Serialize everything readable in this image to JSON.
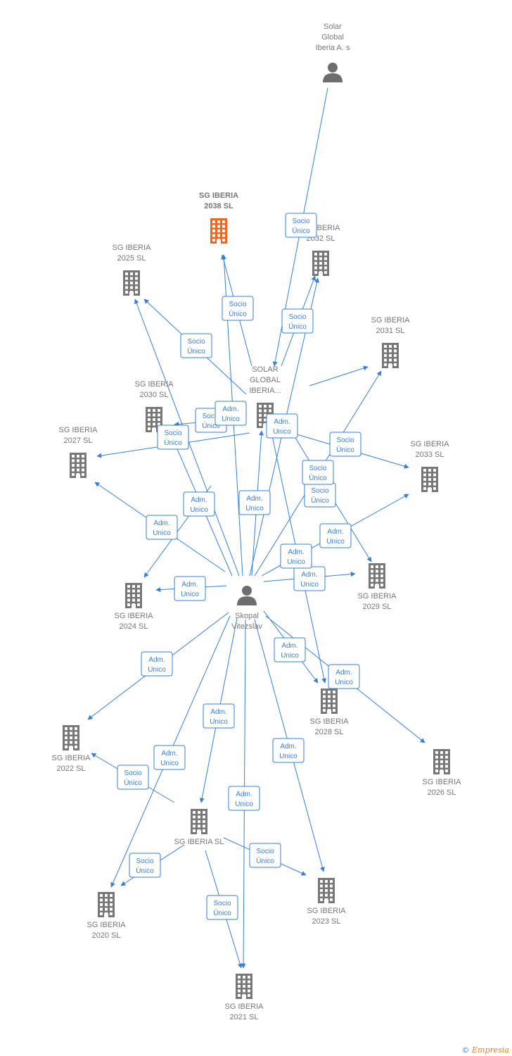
{
  "colors": {
    "edge": "#3a7fd5",
    "company": "#777777",
    "highlight": "#f26522",
    "person": "#6d6d6d"
  },
  "nodes": [
    {
      "id": "solar_a",
      "type": "person-icon",
      "lines": [
        "Solar",
        "Global",
        "Iberia A. s"
      ]
    },
    {
      "id": "skopal",
      "type": "person-icon",
      "lines": [
        "Skopal",
        "Vitezslav"
      ]
    },
    {
      "id": "sg2038",
      "type": "building-icon",
      "highlight": true,
      "lines": [
        "SG IBERIA",
        "2038  SL"
      ]
    },
    {
      "id": "sg2032",
      "type": "building-icon",
      "lines": [
        "SG IBERIA",
        "2032  SL"
      ]
    },
    {
      "id": "sg2025",
      "type": "building-icon",
      "lines": [
        "SG IBERIA",
        "2025  SL"
      ]
    },
    {
      "id": "sg2031",
      "type": "building-icon",
      "lines": [
        "SG IBERIA",
        "2031  SL"
      ]
    },
    {
      "id": "solar_gi",
      "type": "building-icon",
      "lines": [
        "SOLAR",
        "GLOBAL",
        "IBERIA..."
      ]
    },
    {
      "id": "sg2030",
      "type": "building-icon",
      "lines": [
        "SG IBERIA",
        "2030  SL"
      ]
    },
    {
      "id": "sg2027",
      "type": "building-icon",
      "lines": [
        "SG IBERIA",
        "2027  SL"
      ]
    },
    {
      "id": "sg2033",
      "type": "building-icon",
      "lines": [
        "SG IBERIA",
        "2033  SL"
      ]
    },
    {
      "id": "sg2029",
      "type": "building-icon",
      "lines": [
        "SG IBERIA",
        "2029  SL"
      ]
    },
    {
      "id": "sg2024",
      "type": "building-icon",
      "lines": [
        "SG IBERIA",
        "2024  SL"
      ]
    },
    {
      "id": "sg2028",
      "type": "building-icon",
      "lines": [
        "SG IBERIA",
        "2028  SL"
      ]
    },
    {
      "id": "sg2026",
      "type": "building-icon",
      "lines": [
        "SG IBERIA",
        "2026  SL"
      ]
    },
    {
      "id": "sg2022",
      "type": "building-icon",
      "lines": [
        "SG IBERIA",
        "2022  SL"
      ]
    },
    {
      "id": "sgiberia",
      "type": "building-icon",
      "lines": [
        "SG IBERIA  SL"
      ]
    },
    {
      "id": "sg2023",
      "type": "building-icon",
      "lines": [
        "SG IBERIA",
        "2023  SL"
      ]
    },
    {
      "id": "sg2020",
      "type": "building-icon",
      "lines": [
        "SG IBERIA",
        "2020  SL"
      ]
    },
    {
      "id": "sg2021",
      "type": "building-icon",
      "lines": [
        "SG IBERIA",
        "2021  SL"
      ]
    }
  ],
  "edges": [
    {
      "from": "solar_a",
      "to": "solar_gi",
      "label": [
        "Socio",
        "Único"
      ]
    },
    {
      "from": "solar_gi",
      "to": "sg2038",
      "label": [
        "Socio",
        "Único"
      ]
    },
    {
      "from": "solar_gi",
      "to": "sg2032",
      "label": [
        "Socio",
        "Único"
      ]
    },
    {
      "from": "solar_gi",
      "to": "sg2025",
      "label": [
        "Socio",
        "Único"
      ]
    },
    {
      "from": "solar_gi",
      "to": "sg2031",
      "label": [
        "Socio",
        "Único"
      ]
    },
    {
      "from": "solar_gi",
      "to": "sg2030",
      "label": [
        "Socio",
        "Único"
      ]
    },
    {
      "from": "solar_gi",
      "to": "sg2027",
      "label": [
        "Socio",
        "Único"
      ]
    },
    {
      "from": "solar_gi",
      "to": "sg2033",
      "label": [
        "Socio",
        "Único"
      ]
    },
    {
      "from": "solar_gi",
      "to": "sg2029",
      "label": [
        "Socio",
        "Único"
      ]
    },
    {
      "from": "solar_gi",
      "to": "sg2028",
      "label": [
        "Adm.",
        "Unico"
      ]
    },
    {
      "from": "skopal",
      "to": "solar_gi",
      "label": [
        "Adm.",
        "Unico"
      ]
    },
    {
      "from": "skopal",
      "to": "sg2030",
      "label": [
        "Adm.",
        "Unico"
      ]
    },
    {
      "from": "skopal",
      "to": "sg2027",
      "label": [
        "Adm.",
        "Unico"
      ]
    },
    {
      "from": "skopal",
      "to": "sg2024",
      "label": [
        "Adm.",
        "Unico"
      ]
    },
    {
      "from": "skopal",
      "to": "sg2024",
      "label": [
        "Adm.",
        "Unico"
      ]
    },
    {
      "from": "skopal",
      "to": "sg2033",
      "label": [
        "Adm.",
        "Unico"
      ]
    },
    {
      "from": "skopal",
      "to": "sg2029",
      "label": [
        "Adm.",
        "Unico"
      ]
    },
    {
      "from": "skopal",
      "to": "sg2031",
      "label": [
        "Adm.",
        "Unico"
      ]
    },
    {
      "from": "skopal",
      "to": "sg2028",
      "label": [
        "Adm.",
        "Unico"
      ]
    },
    {
      "from": "skopal",
      "to": "sg2026",
      "label": [
        "Adm.",
        "Unico"
      ]
    },
    {
      "from": "skopal",
      "to": "sg2022",
      "label": [
        "Adm.",
        "Unico"
      ]
    },
    {
      "from": "skopal",
      "to": "sg2020",
      "label": [
        "Adm.",
        "Unico"
      ]
    },
    {
      "from": "skopal",
      "to": "sgiberia",
      "label": [
        "Adm.",
        "Unico"
      ]
    },
    {
      "from": "skopal",
      "to": "sg2021",
      "label": [
        "Adm.",
        "Unico"
      ]
    },
    {
      "from": "skopal",
      "to": "sg2023",
      "label": [
        "Adm.",
        "Unico"
      ]
    },
    {
      "from": "skopal",
      "to": "sg2038",
      "label": []
    },
    {
      "from": "skopal",
      "to": "sg2025",
      "label": []
    },
    {
      "from": "skopal",
      "to": "sg2032",
      "label": []
    },
    {
      "from": "sgiberia",
      "to": "sg2022",
      "label": [
        "Socio",
        "Único"
      ]
    },
    {
      "from": "sgiberia",
      "to": "sg2020",
      "label": [
        "Socio",
        "Único"
      ]
    },
    {
      "from": "sgiberia",
      "to": "sg2023",
      "label": [
        "Socio",
        "Único"
      ]
    },
    {
      "from": "sgiberia",
      "to": "sg2021",
      "label": [
        "Socio",
        "Único"
      ]
    }
  ],
  "footer": {
    "copyright": "©",
    "brand": "Empresia"
  }
}
